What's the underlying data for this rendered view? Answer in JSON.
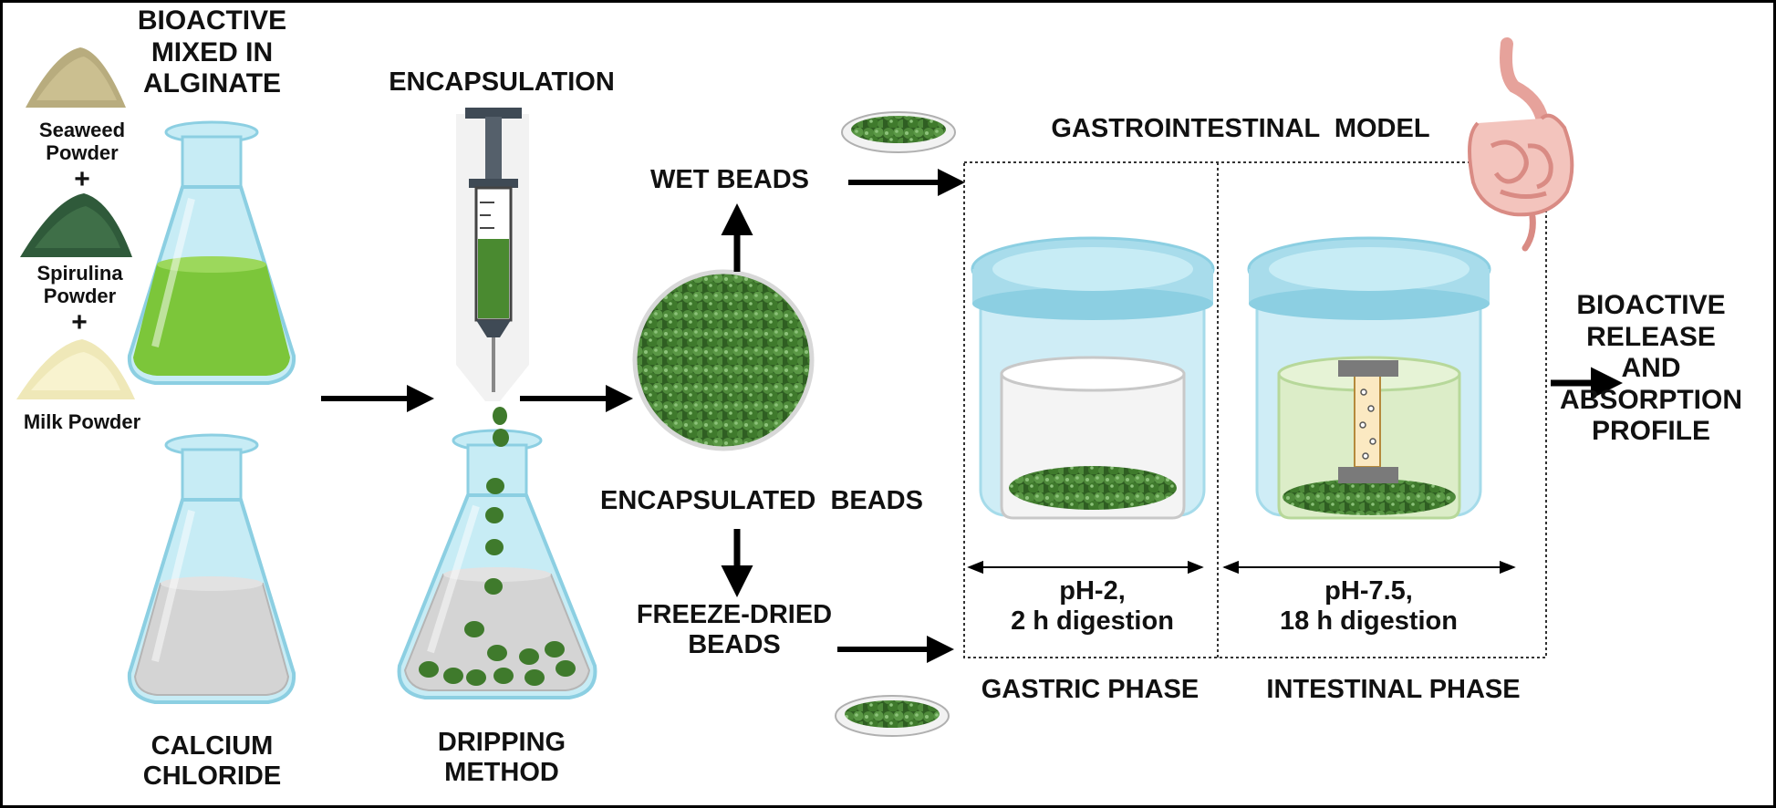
{
  "labels": {
    "bioactive_line1": "BIOACTIVE",
    "bioactive_line2": "MIXED IN",
    "bioactive_line3": "ALGINATE",
    "seaweed_line1": "Seaweed",
    "seaweed_line2": "Powder",
    "plus1": "+",
    "spirulina_line1": "Spirulina",
    "spirulina_line2": "Powder",
    "plus2": "+",
    "milk": "Milk Powder",
    "calcium_line1": "CALCIUM",
    "calcium_line2": "CHLORIDE",
    "encapsulation": "ENCAPSULATION",
    "dripping_line1": "DRIPPING",
    "dripping_line2": "METHOD",
    "wet_beads": "WET BEADS",
    "encapsulated_beads": "ENCAPSULATED  BEADS",
    "freeze_line1": "FREEZE-DRIED",
    "freeze_line2": "BEADS",
    "gi_model": "GASTROINTESTINAL  MODEL",
    "gastric_ph": "pH-2,",
    "gastric_time": "2 h digestion",
    "intestinal_ph": "pH-7.5,",
    "intestinal_time": "18 h digestion",
    "gastric_phase": "GASTRIC PHASE",
    "intestinal_phase": "INTESTINAL PHASE",
    "release_line1": "BIOACTIVE",
    "release_line2": "RELEASE",
    "release_line3": "AND",
    "release_line4": "ABSORPTION",
    "release_line5": "PROFILE"
  },
  "colors": {
    "alginate_green": "#7cc63a",
    "bead_green": "#3f7a2c",
    "glass_blue": "#a8dceb",
    "calcium_gray": "#d4d4d4",
    "intestinal_fluid": "#dcedc8"
  }
}
